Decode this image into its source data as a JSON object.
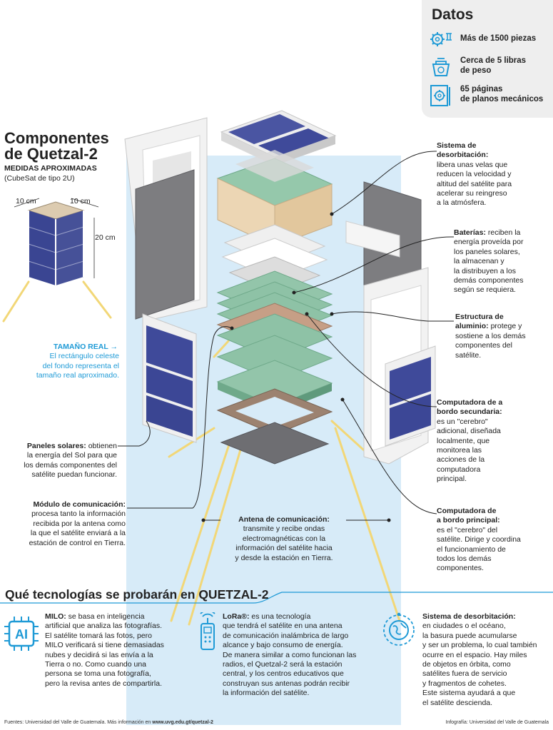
{
  "datos": {
    "title": "Datos",
    "items": [
      {
        "icon": "gear-icon",
        "lines": [
          "Más de 1500 piezas"
        ]
      },
      {
        "icon": "scale-icon",
        "lines": [
          "Cerca de 5 libras",
          "de peso"
        ]
      },
      {
        "icon": "blueprint-icon",
        "lines": [
          "65 páginas",
          "de planos mecánicos"
        ]
      }
    ]
  },
  "heading": {
    "title_lines": [
      "Componentes",
      "de Quetzal-2"
    ],
    "subtitle": "MEDIDAS APROXIMADAS",
    "subtitle2": "(CubeSat de tipo 2U)",
    "dims": {
      "w1": "10 cm",
      "w2": "10 cm",
      "h": "20 cm"
    }
  },
  "real_size": {
    "title": "TAMAÑO REAL →",
    "desc_lines": [
      "El rectángulo celeste",
      "del fondo representa el",
      "tamaño real aproximado."
    ]
  },
  "callouts": {
    "desorbit": {
      "title": "Sistema de",
      "title2": "desorbitación:",
      "lines": [
        "libera unas velas que",
        "reducen la velocidad y",
        "altitud del satélite para",
        "acelerar su reingreso",
        "a la atmósfera."
      ]
    },
    "baterias": {
      "title": "Baterías:",
      "first": " reciben la",
      "lines": [
        "energía proveída por",
        "los paneles solares,",
        "la almacenan y",
        "la distribuyen a los",
        "demás componentes",
        "según se requiera."
      ]
    },
    "estructura": {
      "title": "Estructura de",
      "title2": "aluminio:",
      "first": " protege y",
      "lines": [
        "sostiene a los demás",
        "componentes del",
        "satélite."
      ]
    },
    "comp_sec": {
      "title": "Computadora de a",
      "title2": "bordo secundaria:",
      "lines": [
        "es un \"cerebro\"",
        "adicional, diseñada",
        "localmente, que",
        "monitorea las",
        "acciones de la",
        "computadora",
        "principal."
      ]
    },
    "comp_pri": {
      "title": "Computadora de",
      "title2": "a bordo principal:",
      "lines": [
        "es el \"cerebro\" del",
        "satélite. Dirige y coordina",
        "el funcionamiento de",
        "todos los demás",
        "componentes."
      ]
    },
    "paneles": {
      "title": "Paneles solares:",
      "first": " obtienen",
      "lines": [
        "la energía del Sol para que",
        "los demás componentes del",
        "satélite puedan funcionar."
      ]
    },
    "modulo": {
      "title": "Módulo de comunicación:",
      "lines": [
        "procesa tanto la información",
        "recibida por la antena como",
        "la que el satélite enviará a la",
        "estación de control en Tierra."
      ]
    },
    "antena": {
      "title": "Antena de comunicación:",
      "lines": [
        "transmite y recibe ondas",
        "electromagnéticas con la",
        "información del satélite hacia",
        "y desde la estación en Tierra."
      ]
    }
  },
  "tech_section": {
    "title": "Qué tecnologías se probarán en QUETZAL-2",
    "items": [
      {
        "icon": "ai-chip-icon",
        "icon_text": "AI",
        "title": "MILO:",
        "first": " se basa en inteligencia",
        "lines": [
          "artificial que analiza las fotografías.",
          "El satélite tomará las fotos, pero",
          "MILO verificará si tiene demasiadas",
          "nubes y decidirá si las envía a la",
          "Tierra o no. Como cuando una",
          "persona se toma una fotografía,",
          "pero la revisa antes de compartirla."
        ]
      },
      {
        "icon": "radio-icon",
        "title": "LoRa®:",
        "first": " es una tecnología",
        "lines": [
          "que tendrá el satélite en una antena",
          "de comunicación inalámbrica de largo",
          "alcance y bajo consumo de energía.",
          "De manera similar a como funcionan las",
          "radios, el Quetzal-2 será la estación",
          "central, y los centros educativos que",
          "construyan sus antenas podrán recibir",
          "la información del satélite."
        ]
      },
      {
        "icon": "globe-icon",
        "title": "Sistema de desorbitación:",
        "first": "",
        "lines": [
          "en ciudades o el océano,",
          "la basura puede acumularse",
          "y ser un problema, lo cual también",
          "ocurre en el espacio. Hay miles",
          "de objetos en órbita, como",
          "satélites fuera de servicio",
          "y fragmentos de cohetes.",
          "Este sistema ayudará a que",
          "el satélite descienda."
        ]
      }
    ]
  },
  "footer": {
    "left_prefix": "Fuentes: Universidad del Valle de Guatemala. Más información en ",
    "left_link": "www.uvg.edu.gt/quetzal-2",
    "right": "Infografía: Universidad del Valle de Guatemala"
  },
  "colors": {
    "accent": "#1e9ad6",
    "background_rect": "#d7ebf8",
    "panel_blue": "#3f4a9a",
    "board_green": "#8ec2a6"
  }
}
